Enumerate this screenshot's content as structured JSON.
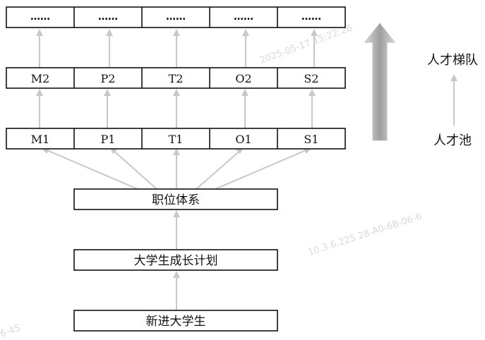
{
  "rows": {
    "top": [
      "……",
      "……",
      "……",
      "……",
      "……"
    ],
    "ladder": [
      "M2",
      "P2",
      "T2",
      "O2",
      "S2"
    ],
    "pool": [
      "M1",
      "P1",
      "T1",
      "O1",
      "S1"
    ]
  },
  "boxes": {
    "position_system": "职位体系",
    "grad_plan": "大学生成长计划",
    "new_grads": "新进大学生"
  },
  "side_labels": {
    "talent_ladder": "人才梯队",
    "talent_pool": "人才池"
  },
  "watermarks": [
    "2025-05-17 15:22:26",
    "10.3.6.225  28-A0-6B-06-6",
    "6-45"
  ],
  "colors": {
    "arrow": "#c8c8c8",
    "big_arrow": "#aaaaaa",
    "border": "#111111"
  }
}
